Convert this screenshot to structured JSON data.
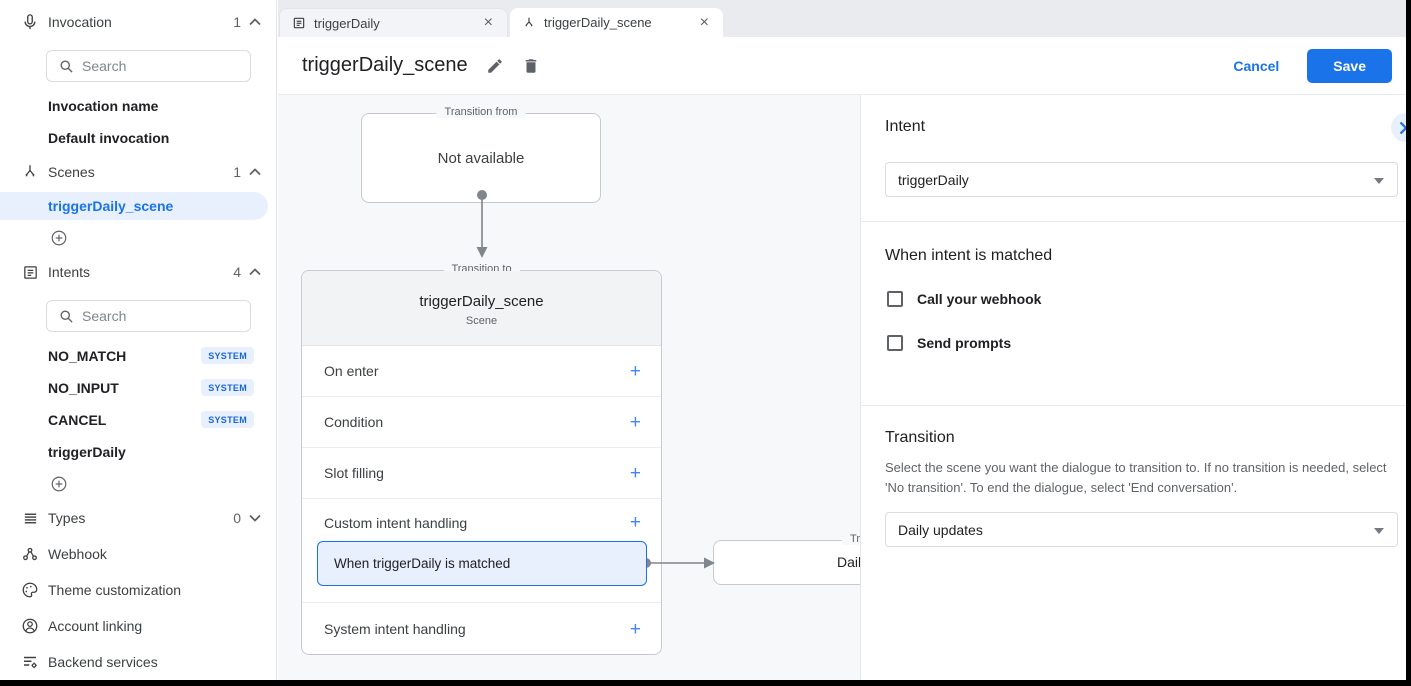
{
  "colors": {
    "accent": "#1a73e8",
    "badge_bg": "#e8f0fe",
    "badge_text": "#1967d2",
    "canvas_bg": "#f7f8fa",
    "selection_bg": "#e8f0fe"
  },
  "ui": {
    "plus": "+",
    "close": "×"
  },
  "sidebar": {
    "invocation": {
      "label": "Invocation",
      "count": "1",
      "search_placeholder": "Search",
      "items": [
        {
          "name": "Invocation name"
        },
        {
          "name": "Default invocation"
        }
      ]
    },
    "scenes": {
      "label": "Scenes",
      "count": "1",
      "selected_item": "triggerDaily_scene"
    },
    "intents": {
      "label": "Intents",
      "count": "4",
      "search_placeholder": "Search",
      "items": [
        {
          "name": "NO_MATCH",
          "badge": "SYSTEM"
        },
        {
          "name": "NO_INPUT",
          "badge": "SYSTEM"
        },
        {
          "name": "CANCEL",
          "badge": "SYSTEM"
        },
        {
          "name": "triggerDaily",
          "badge": ""
        }
      ]
    },
    "types": {
      "label": "Types",
      "count": "0"
    },
    "footer_items": [
      {
        "name": "Webhook"
      },
      {
        "name": "Theme customization"
      },
      {
        "name": "Account linking"
      },
      {
        "name": "Backend services"
      }
    ]
  },
  "tabs": [
    {
      "label": "triggerDaily",
      "icon": "intents-icon"
    },
    {
      "label": "triggerDaily_scene",
      "icon": "scenes-icon"
    }
  ],
  "header": {
    "title": "triggerDaily_scene",
    "cancel_label": "Cancel",
    "save_label": "Save"
  },
  "canvas": {
    "transition_from": {
      "legend": "Transition from",
      "content": "Not available"
    },
    "scene_card": {
      "legend": "Transition to",
      "title": "triggerDaily_scene",
      "subtitle": "Scene",
      "rows": [
        {
          "label": "On enter"
        },
        {
          "label": "Condition"
        },
        {
          "label": "Slot filling"
        },
        {
          "label": "Custom intent handling"
        },
        {
          "label": "System intent handling"
        }
      ],
      "selected_handler": "When triggerDaily is matched"
    },
    "partial_card": {
      "legend": "Tr",
      "content": "Dail"
    }
  },
  "panel": {
    "intent_heading": "Intent",
    "intent_value": "triggerDaily",
    "matched_heading": "When intent is matched",
    "checkboxes": [
      {
        "label": "Call your webhook"
      },
      {
        "label": "Send prompts"
      }
    ],
    "transition_heading": "Transition",
    "transition_desc": "Select the scene you want the dialogue to transition to. If no transition is needed, select 'No transition'. To end the dialogue, select 'End conversation'.",
    "transition_value": "Daily updates"
  }
}
